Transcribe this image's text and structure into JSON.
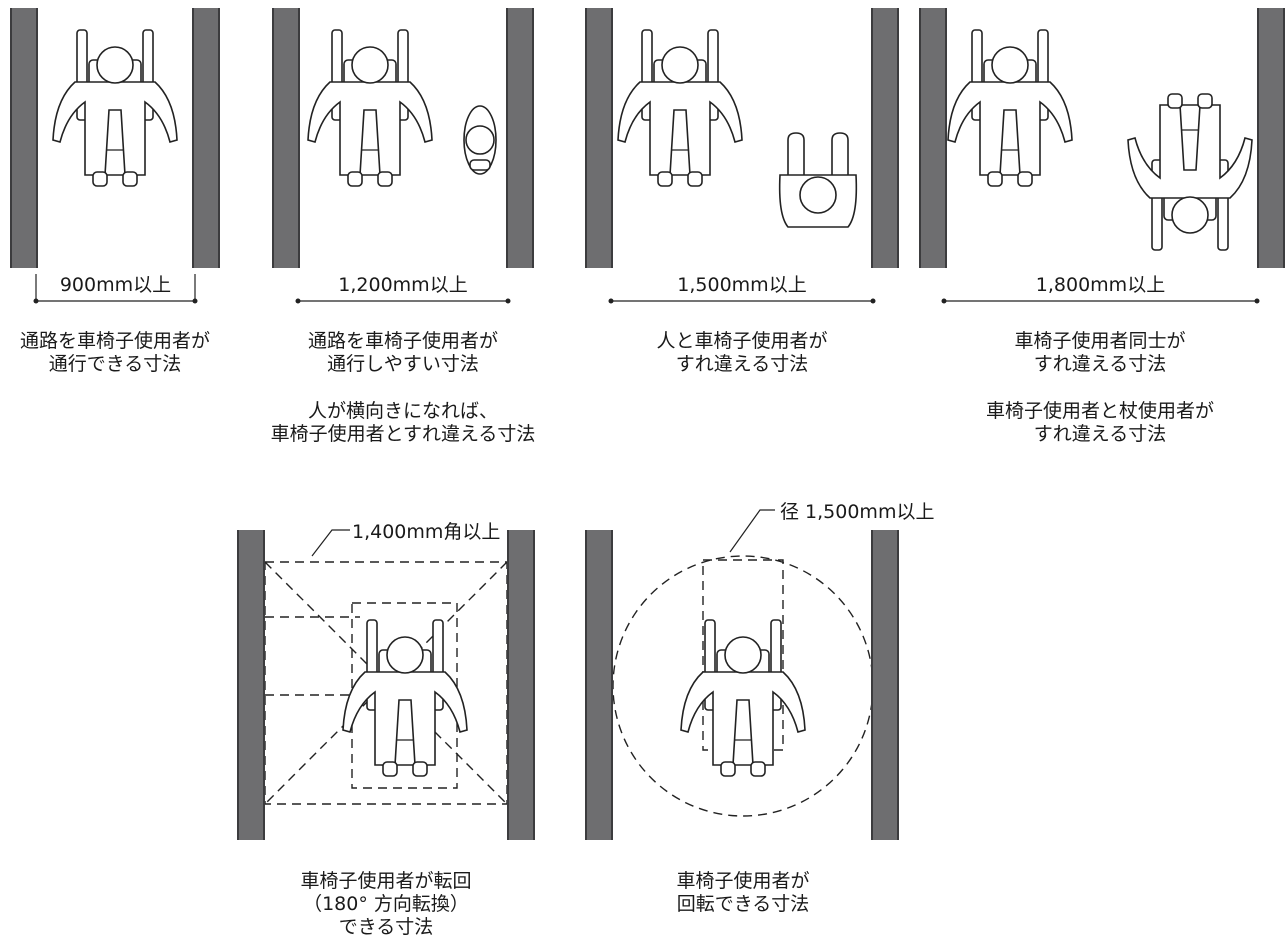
{
  "passages": [
    {
      "dimension": "900mm以上",
      "caption": "通路を車椅子使用者が\n通行できる寸法",
      "note": ""
    },
    {
      "dimension": "1,200mm以上",
      "caption": "通路を車椅子使用者が\n通行しやすい寸法",
      "note": "人が横向きになれば、\n車椅子使用者とすれ違える寸法"
    },
    {
      "dimension": "1,500mm以上",
      "caption": "人と車椅子使用者が\nすれ違える寸法",
      "note": ""
    },
    {
      "dimension": "1,800mm以上",
      "caption": "車椅子使用者同士が\nすれ違える寸法",
      "note": "車椅子使用者と杖使用者が\nすれ違える寸法"
    }
  ],
  "turning": [
    {
      "dimension": "1,400mm角以上",
      "caption": "車椅子使用者が転回\n（180°  方向転換）\nできる寸法"
    },
    {
      "dimension": "径 1,500mm以上",
      "caption": "車椅子使用者が\n回転できる寸法"
    }
  ],
  "colors": {
    "wall": "#6e6e70",
    "ink": "#222222"
  }
}
